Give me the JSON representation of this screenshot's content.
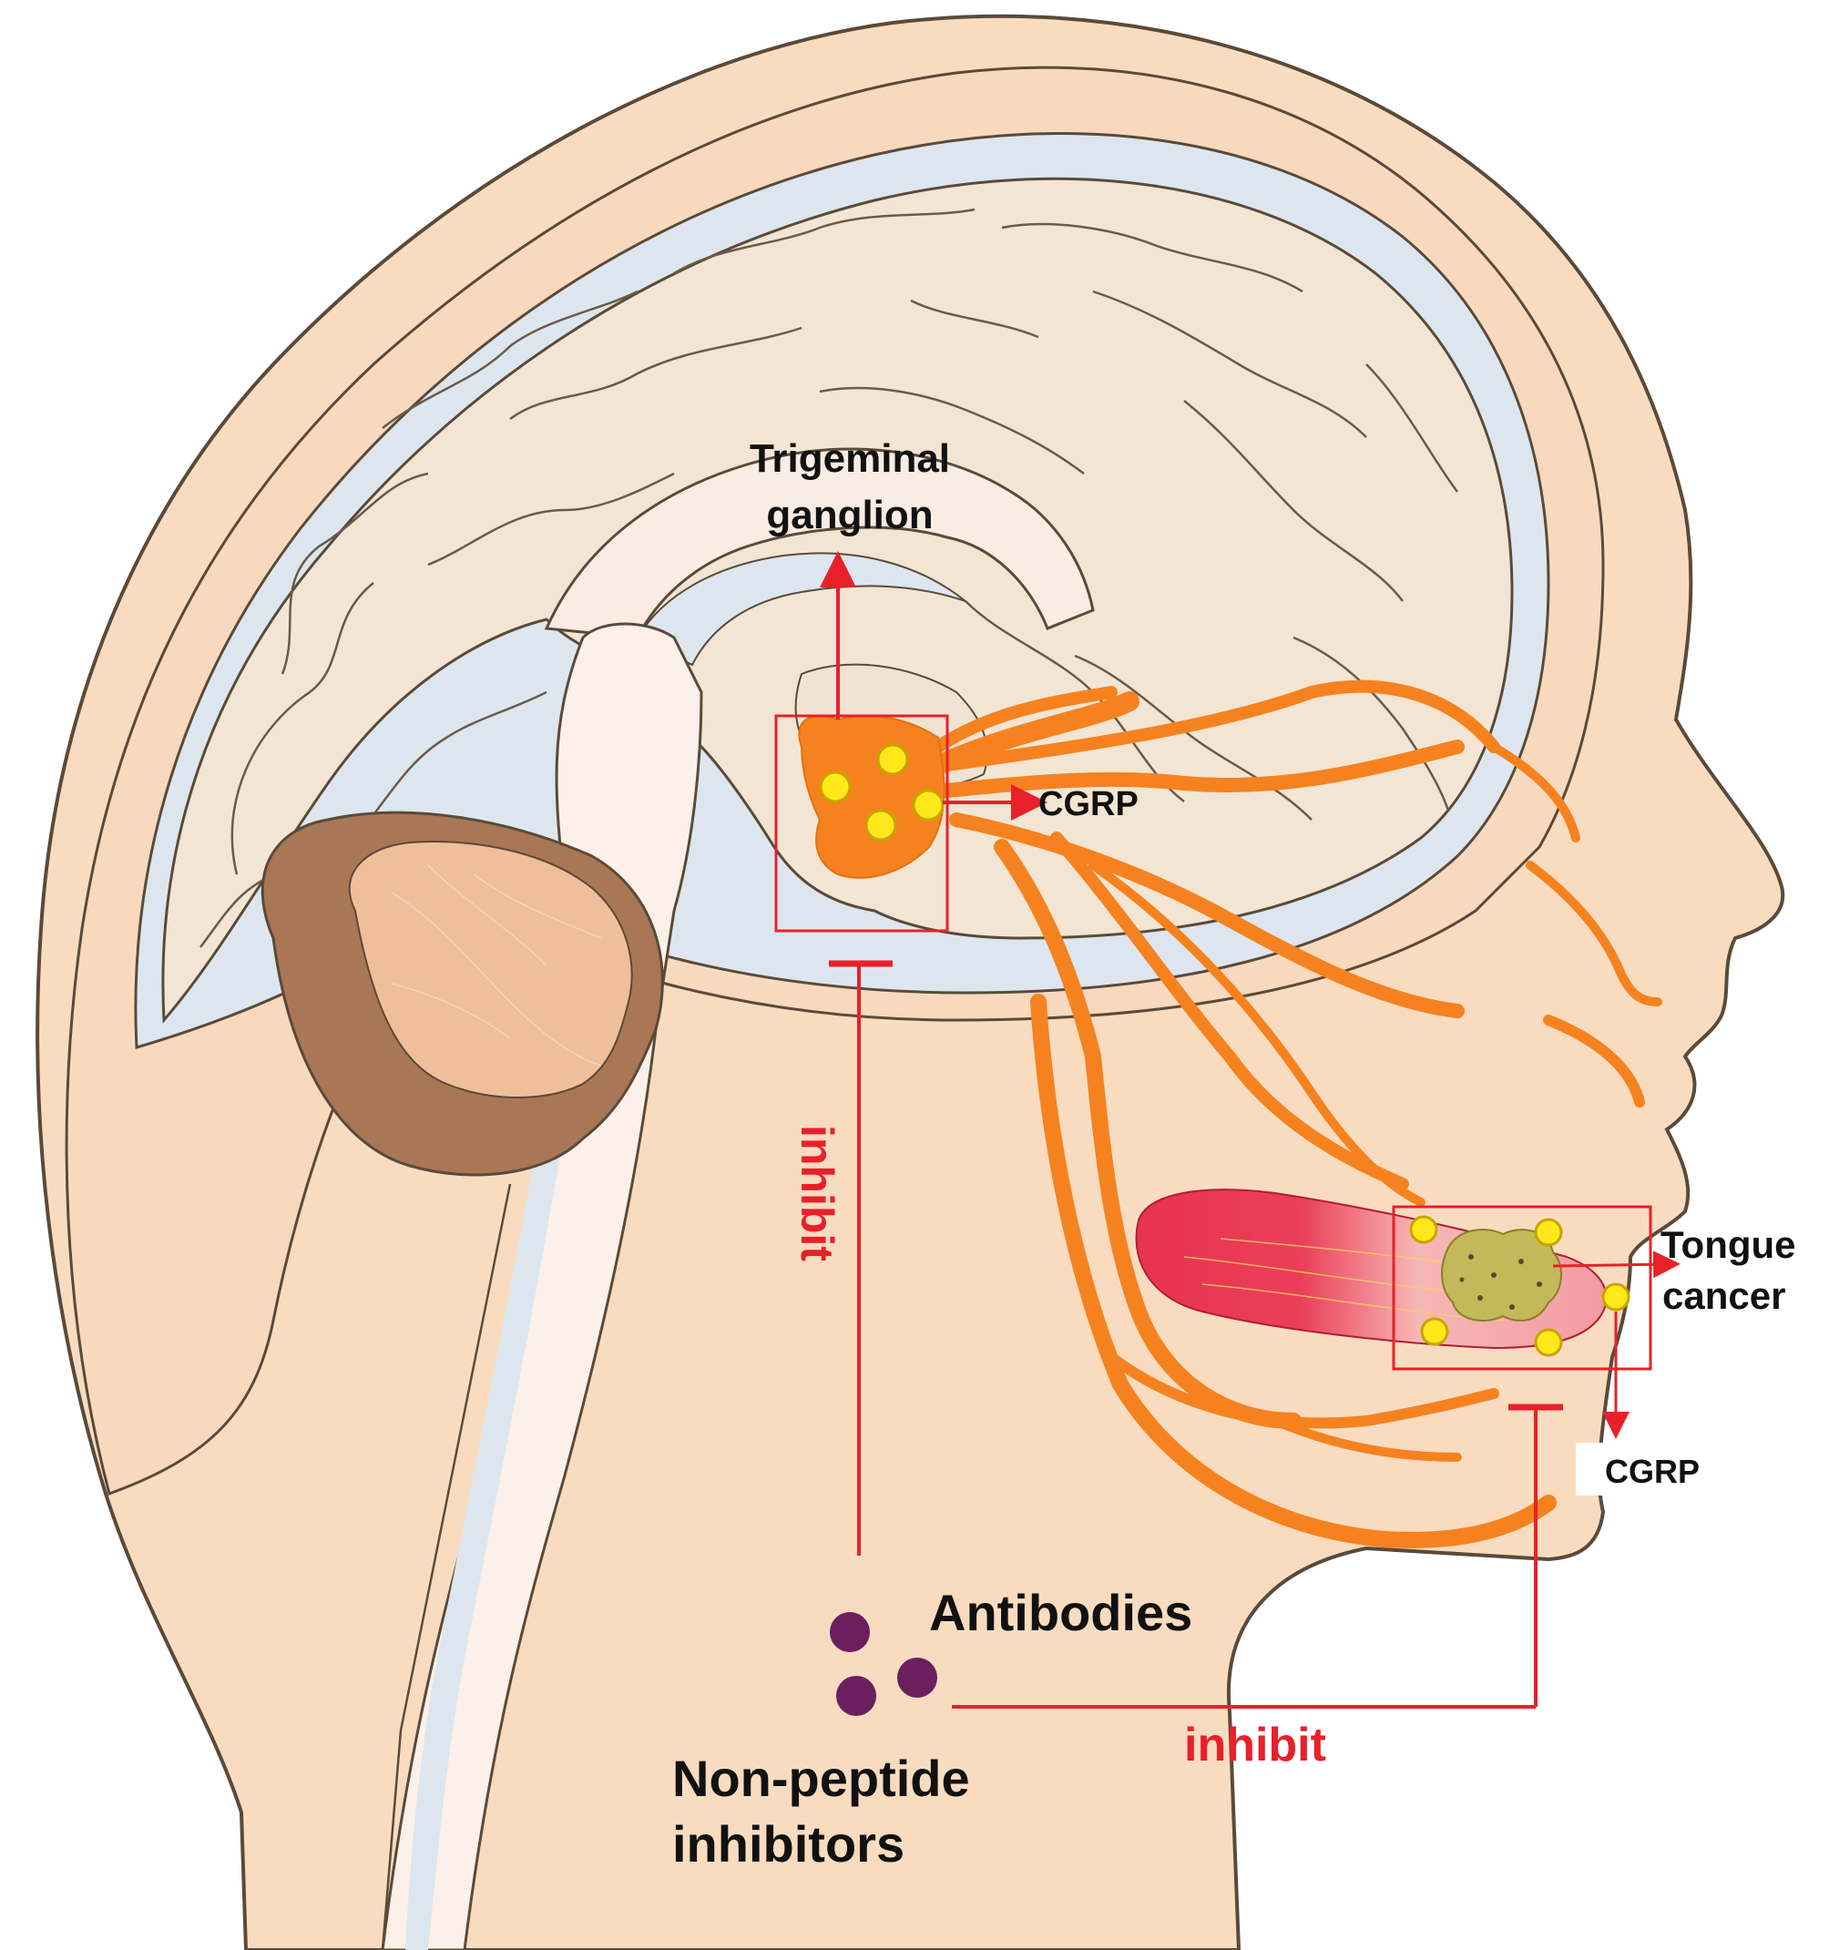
{
  "labels": {
    "trigeminal_line1": "Trigeminal",
    "trigeminal_line2": "ganglion",
    "cgrp_ganglion": "CGRP",
    "cgrp_tongue": "CGRP",
    "tongue_line1": "Tongue",
    "tongue_line2": "cancer",
    "inhibit_vertical": "inhibit",
    "inhibit_horizontal": "inhibit",
    "antibodies": "Antibodies",
    "nonpeptide_line1": "Non-peptide",
    "nonpeptide_line2": "inhibitors"
  },
  "colors": {
    "skin": "#f9dcc0",
    "skin_outline": "#5a4a3a",
    "cerebrum": "#f3e5d3",
    "csf": "#dde6ee",
    "corpus_callosum": "#f8ece3",
    "spinal_cord": "#fbf1ea",
    "cerebellum_outer": "#a97656",
    "cerebellum_inner": "#efbf9c",
    "nerve": "#f5821f",
    "tongue": "#e8334f",
    "tongue_light": "#f9c6c6",
    "neuron": "#ffe81a",
    "neuron_outline": "#c9a400",
    "tumor": "#c3b85a",
    "drug": "#6b1f5f",
    "annotation_red": "#e8202a",
    "text_dark": "#111111"
  }
}
